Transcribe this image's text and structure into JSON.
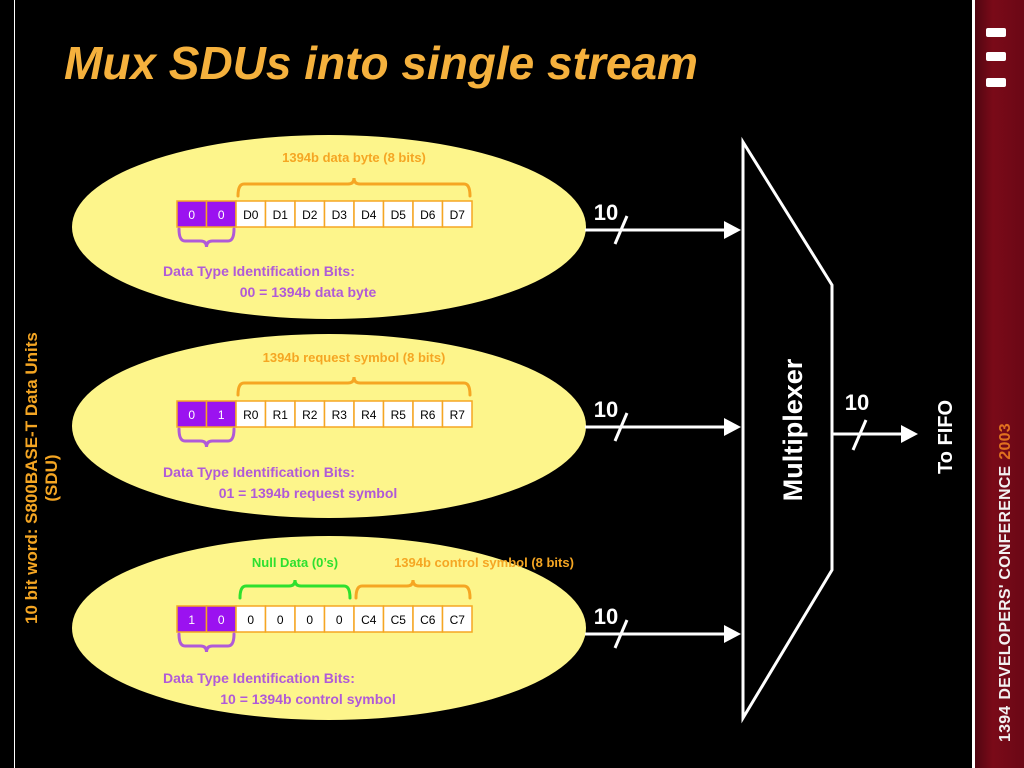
{
  "slide": {
    "title": "Mux SDUs into single stream",
    "side_label_line1": "10 bit word:  S800BASE-T Data Units",
    "side_label_line2": "(SDU)",
    "conference": {
      "number": "1394",
      "name": "DEVELOPERS' CONFERENCE",
      "year": "2003"
    }
  },
  "colors": {
    "background": "#000000",
    "title": "#f5b13d",
    "ellipse_fill": "#fdf58b",
    "brace_orange": "#f5a623",
    "brace_green": "#2ee02e",
    "id_bit_fill": "#9b12f0",
    "label_purple": "#b05ad8",
    "brand_red": "#7a0a18"
  },
  "sdus": [
    {
      "brace_label": "1394b data byte (8 bits)",
      "null_label": "",
      "id_bits": [
        "0",
        "0"
      ],
      "data_bits": [
        "D0",
        "D1",
        "D2",
        "D3",
        "D4",
        "D5",
        "D6",
        "D7"
      ],
      "null_count": 0,
      "id_line1": "Data Type Identification Bits:",
      "id_line2": "00 = 1394b data byte",
      "width_label": "10"
    },
    {
      "brace_label": "1394b request symbol (8 bits)",
      "null_label": "",
      "id_bits": [
        "0",
        "1"
      ],
      "data_bits": [
        "R0",
        "R1",
        "R2",
        "R3",
        "R4",
        "R5",
        "R6",
        "R7"
      ],
      "null_count": 0,
      "id_line1": "Data Type Identification Bits:",
      "id_line2": "01 = 1394b request symbol",
      "width_label": "10"
    },
    {
      "brace_label": "1394b control symbol (8 bits)",
      "null_label": "Null Data (0’s)",
      "id_bits": [
        "1",
        "0"
      ],
      "data_bits": [
        "0",
        "0",
        "0",
        "0",
        "C4",
        "C5",
        "C6",
        "C7"
      ],
      "null_count": 4,
      "id_line1": "Data Type Identification Bits:",
      "id_line2": "10 = 1394b control symbol",
      "width_label": "10"
    }
  ],
  "mux": {
    "label": "Multiplexer",
    "output_width": "10",
    "output_label": "To FIFO"
  }
}
